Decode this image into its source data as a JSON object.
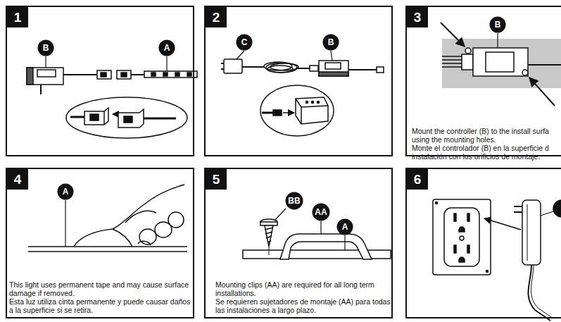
{
  "diagram": {
    "nodes": [
      {
        "text": [
          "1"
        ]
      },
      {
        "text": [
          "B"
        ],
        "in": 0
      },
      {
        "text": [
          "A"
        ],
        "in": 0
      },
      {
        "text": [
          "2"
        ]
      },
      {
        "text": [
          "C"
        ],
        "in": 3
      },
      {
        "text": [
          "B"
        ],
        "in": 3
      },
      {
        "text": [
          "3",
          "Mount the controller (B) to the install surfa using the mounting holes.",
          "Monte el controlador (B) en la superficie d instalación con los orificios de montaje."
        ]
      },
      {
        "text": [
          "B"
        ],
        "in": 6
      },
      {
        "text": [
          "4",
          "This light uses permanent tape and may cause surface damage if removed.",
          "Esta luz utiliza cinta permanente y puede causar daños a la superficie si se retira."
        ]
      },
      {
        "text": [
          "A"
        ],
        "in": 8
      },
      {
        "text": [
          "5",
          "Mounting clips (AA) are required for all long term installations.",
          "Se requieren sujetadores de montaje (AA) para todas las instalaciones a largo plazo."
        ]
      },
      {
        "text": [
          "BB"
        ],
        "in": 10
      },
      {
        "text": [
          "AA"
        ],
        "in": 10
      },
      {
        "text": [
          "A"
        ],
        "in": 10
      },
      {
        "text": [
          "6"
        ]
      }
    ]
  }
}
